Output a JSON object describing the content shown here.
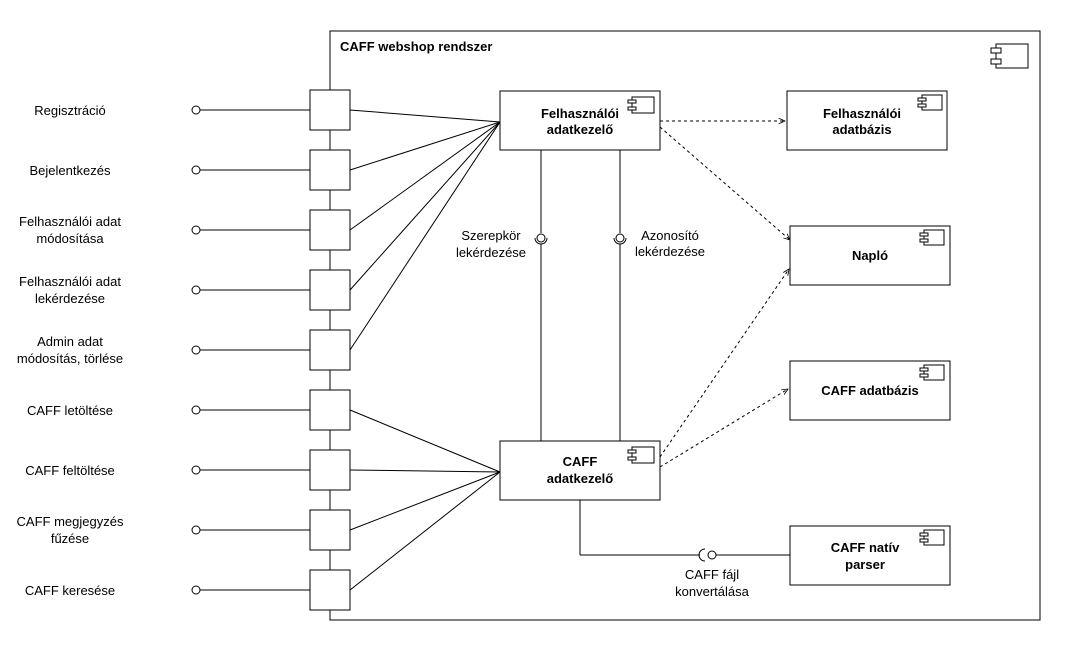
{
  "system": {
    "title": "CAFF webshop rendszer"
  },
  "components": {
    "user_handler": [
      "Felhasználói",
      "adatkezelő"
    ],
    "caff_handler": [
      "CAFF",
      "adatkezelő"
    ],
    "user_db": [
      "Felhasználói",
      "adatbázis"
    ],
    "log": [
      "Napló"
    ],
    "caff_db": [
      "CAFF adatbázis"
    ],
    "parser": [
      "CAFF natív",
      "parser"
    ]
  },
  "interfaces": {
    "role_query": [
      "Szerepkör",
      "lekérdezése"
    ],
    "id_query": [
      "Azonosító",
      "lekérdezése"
    ],
    "file_convert": [
      "CAFF fájl",
      "konvertálása"
    ]
  },
  "external_ports": [
    [
      "Regisztráció"
    ],
    [
      "Bejelentkezés"
    ],
    [
      "Felhasználói adat",
      "módosítása"
    ],
    [
      "Felhasználói adat",
      "lekérdezése"
    ],
    [
      "Admin adat",
      "módosítás, törlése"
    ],
    [
      "CAFF letöltése"
    ],
    [
      "CAFF feltöltése"
    ],
    [
      "CAFF megjegyzés",
      "fűzése"
    ],
    [
      "CAFF keresése"
    ]
  ],
  "colors": {
    "stroke": "#000000",
    "background": "#ffffff"
  }
}
